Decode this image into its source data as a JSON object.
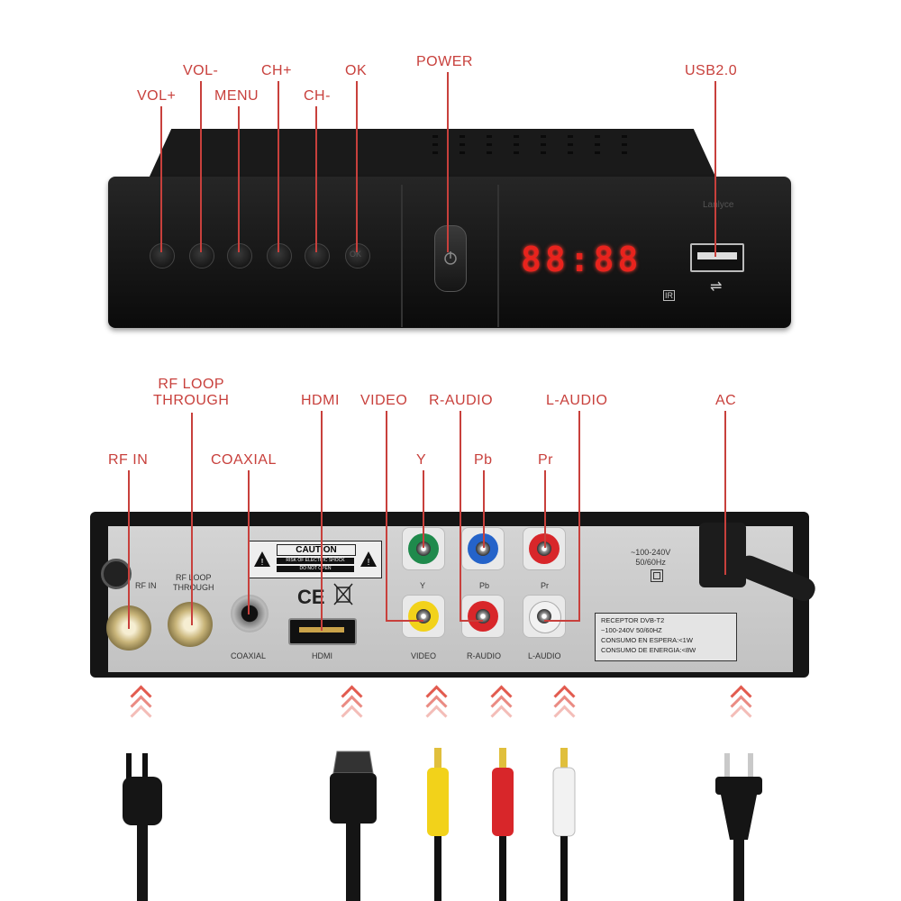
{
  "front": {
    "callouts": {
      "vol_plus": "VOL+",
      "vol_minus": "VOL-",
      "menu": "MENU",
      "ch_plus": "CH+",
      "ch_minus": "CH-",
      "ok": "OK",
      "power": "POWER",
      "usb": "USB2.0"
    },
    "display": "88:88",
    "brand_mark": "Lanlyce",
    "ir_label": "IR",
    "ok_button_text": "OK"
  },
  "rear": {
    "callouts": {
      "rf_loop": "RF LOOP\nTHROUGH",
      "rf_in": "RF IN",
      "coaxial": "COAXIAL",
      "hdmi": "HDMI",
      "video": "VIDEO",
      "r_audio": "R-AUDIO",
      "l_audio": "L-AUDIO",
      "ac": "AC",
      "y": "Y",
      "pb": "Pb",
      "pr": "Pr"
    },
    "panel_labels": {
      "rf_in": "RF IN",
      "rf_loop": "RF LOOP\nTHROUGH",
      "coaxial": "COAXIAL",
      "hdmi": "HDMI",
      "video": "VIDEO",
      "r_audio": "R-AUDIO",
      "l_audio": "L-AUDIO",
      "y": "Y",
      "pb": "Pb",
      "pr": "Pr",
      "ce": "CE",
      "voltage": "~100-240V\n50/60Hz"
    },
    "caution": {
      "title": "CAUTION",
      "line1": "RISK OF ELECTRIC SHOCK",
      "line2": "DO NOT OPEN"
    },
    "spec_label": {
      "line1": "RECEPTOR DVB-T2",
      "line2": "~100-240V 50/60HZ",
      "line3": "CONSUMO EN ESPERA:<1W",
      "line4": "CONSUMO DE ENERGIA:<8W"
    }
  },
  "colors": {
    "accent": "#c8403c",
    "led": "#e8231d",
    "rca_yellow": "#f2d21a",
    "rca_red": "#d8262a",
    "rca_white": "#f2f2f2",
    "component_green": "#1f8a4c",
    "component_blue": "#2563c9",
    "component_red": "#d8262a"
  }
}
